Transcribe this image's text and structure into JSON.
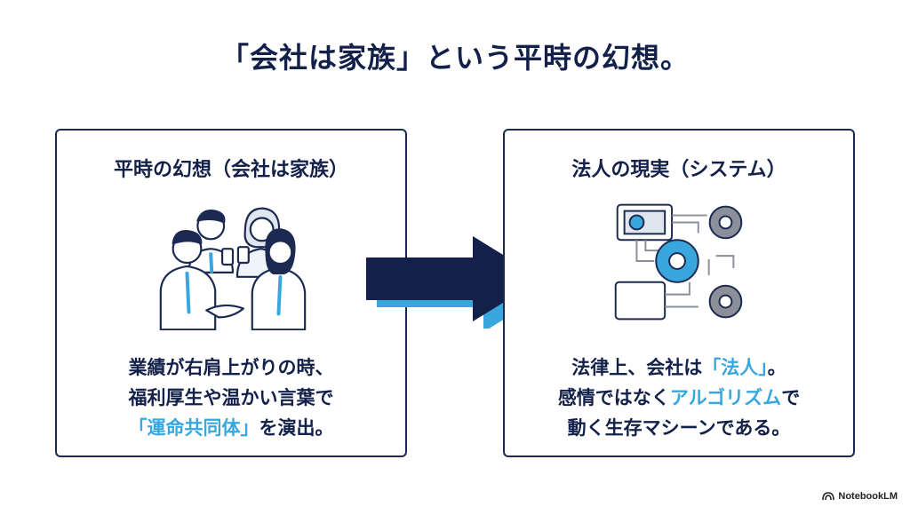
{
  "title": "「会社は家族」という平時の幻想。",
  "left_panel": {
    "heading": "平時の幻想（会社は家族）",
    "illustration_icon": "team-handshake-illustration",
    "line1": "業績が右肩上がりの時、",
    "line2": "福利厚生や温かい言葉で",
    "line3_highlight": "「運命共同体」",
    "line3_rest": "を演出。"
  },
  "right_panel": {
    "heading": "法人の現実（システム）",
    "illustration_icon": "gears-machine-illustration",
    "line1_pre": "法律上、会社は",
    "line1_highlight": "「法人」",
    "line1_post": "。",
    "line2_pre": "感情ではなく",
    "line2_highlight": "アルゴリズム",
    "line2_post": "で",
    "line3": "動く生存マシーンである。"
  },
  "brand": "NotebookLM",
  "colors": {
    "navy": "#13204a",
    "accent": "#3aa6de",
    "gray": "#8a8f99"
  }
}
